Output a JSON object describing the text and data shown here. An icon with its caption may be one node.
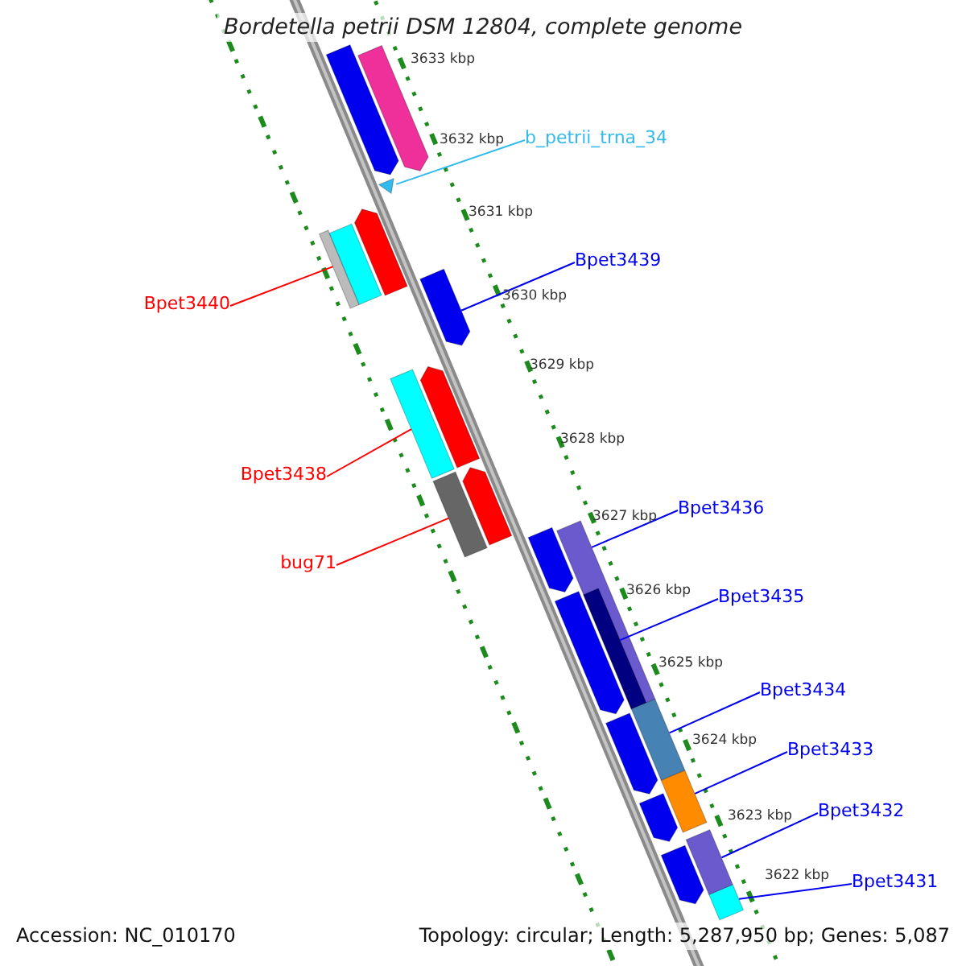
{
  "diagram": {
    "title": "Bordetella petrii DSM 12804, complete genome",
    "nodes": [
      {
        "text": [
          "b_petrii_trna_34"
        ]
      },
      {
        "text": [],
        "shape": "triangle"
      },
      {
        "text": [
          "Bpet3439"
        ]
      },
      {
        "text": [],
        "shape": "bar"
      },
      {
        "text": [
          "Bpet3440"
        ]
      },
      {
        "text": [],
        "shape": "bar"
      },
      {
        "text": [
          "Bpet3438"
        ]
      },
      {
        "text": [],
        "shape": "bar"
      },
      {
        "text": [
          "bug71"
        ]
      },
      {
        "text": [],
        "shape": "bar"
      },
      {
        "text": [
          "Bpet3436"
        ]
      },
      {
        "text": [],
        "shape": "bar"
      },
      {
        "text": [
          "Bpet3435"
        ]
      },
      {
        "text": [],
        "shape": "bar",
        "in": 11
      },
      {
        "text": [
          "Bpet3434"
        ]
      },
      {
        "text": [],
        "shape": "bar"
      },
      {
        "text": [
          "Bpet3433"
        ]
      },
      {
        "text": [],
        "shape": "bar"
      },
      {
        "text": [
          "Bpet3432"
        ]
      },
      {
        "text": [],
        "shape": "bar"
      },
      {
        "text": [
          "Bpet3431"
        ]
      },
      {
        "text": [],
        "shape": "bar"
      },
      {
        "text": [],
        "shape": "bar"
      },
      {
        "text": [],
        "shape": "bar"
      },
      {
        "text": [],
        "shape": "bar"
      },
      {
        "text": [],
        "shape": "bar"
      },
      {
        "text": [],
        "shape": "bar"
      },
      {
        "text": [],
        "shape": "bar"
      },
      {
        "text": [],
        "shape": "bar"
      },
      {
        "text": [],
        "shape": "bar"
      },
      {
        "text": [],
        "shape": "bar"
      },
      {
        "text": [],
        "shape": "bar"
      }
    ],
    "edges": [
      {
        "from": 0,
        "to": 1,
        "arrow": "none",
        "color": "#33bbee"
      },
      {
        "from": 2,
        "to": 3,
        "arrow": "none"
      },
      {
        "from": 4,
        "to": 5,
        "arrow": "none",
        "color": "#ff0000"
      },
      {
        "from": 6,
        "to": 7,
        "arrow": "none",
        "color": "#ff0000"
      },
      {
        "from": 8,
        "to": 9,
        "arrow": "none",
        "color": "#ff0000"
      },
      {
        "from": 10,
        "to": 11,
        "arrow": "none"
      },
      {
        "from": 12,
        "to": 13,
        "arrow": "none"
      },
      {
        "from": 14,
        "to": 15,
        "arrow": "none"
      },
      {
        "from": 16,
        "to": 17,
        "arrow": "none"
      },
      {
        "from": 18,
        "to": 19,
        "arrow": "none"
      },
      {
        "from": 20,
        "to": 21,
        "arrow": "none"
      }
    ],
    "labels": [
      "3633 kbp",
      "3632 kbp",
      "3631 kbp",
      "3630 kbp",
      "3629 kbp",
      "3628 kbp",
      "3627 kbp",
      "3626 kbp",
      "3625 kbp",
      "3624 kbp",
      "3623 kbp",
      "3622 kbp",
      "Accession: NC_010170",
      "Topology: circular; Length: 5,287,950 bp; Genes: 5,087"
    ]
  }
}
